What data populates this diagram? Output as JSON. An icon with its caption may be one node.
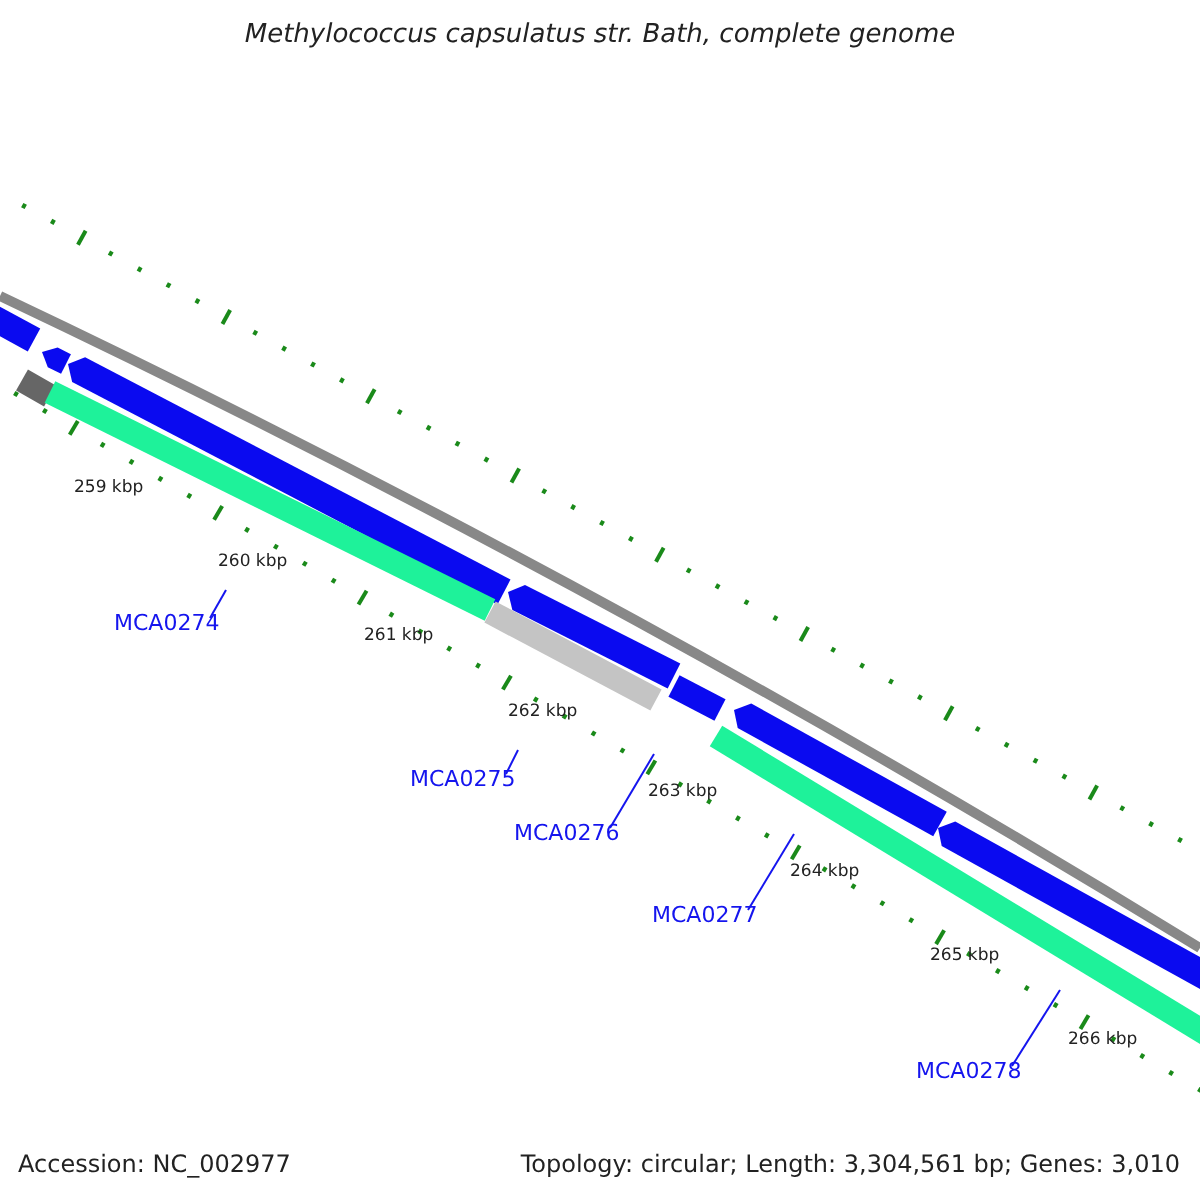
{
  "diagram": {
    "title": "Methylococcus capsulatus str. Bath, complete genome",
    "nodes": [
      {
        "text": [
          "MCA0274"
        ]
      },
      {
        "text": [
          "MCA0275"
        ]
      },
      {
        "text": [
          "MCA0276"
        ]
      },
      {
        "text": [
          "MCA0277"
        ]
      },
      {
        "text": [
          "MCA0278"
        ]
      }
    ],
    "edges": [
      {
        "from": 0,
        "to": null,
        "arrow": "none"
      },
      {
        "from": 1,
        "to": null,
        "arrow": "none"
      },
      {
        "from": 2,
        "to": null,
        "arrow": "none"
      },
      {
        "from": 3,
        "to": null,
        "arrow": "none"
      },
      {
        "from": 4,
        "to": null,
        "arrow": "none"
      }
    ],
    "labels": [
      "259 kbp",
      "260 kbp",
      "261 kbp",
      "262 kbp",
      "263 kbp",
      "264 kbp",
      "265 kbp",
      "266 kbp",
      "Accession: NC_002977",
      "Topology: circular; Length: 3,304,561 bp; Genes: 3,010"
    ]
  }
}
